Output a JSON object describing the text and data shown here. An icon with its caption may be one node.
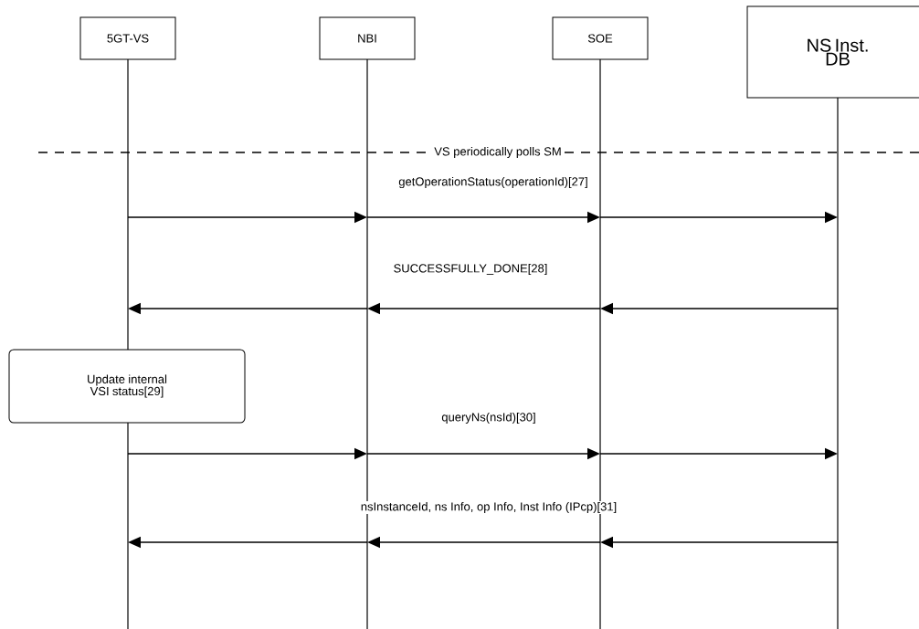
{
  "diagram": {
    "nodes": [
      {
        "text": [
          "5GT-VS"
        ]
      },
      {
        "text": [
          "NBI"
        ]
      },
      {
        "text": [
          "SOE"
        ]
      },
      {
        "text": [
          "NS Inst. DB"
        ]
      },
      {
        "text": [
          "Update internal VSI status[29]"
        ]
      }
    ],
    "edges": [
      {
        "from": 0,
        "to": 1,
        "arrow": "to"
      },
      {
        "from": 1,
        "to": 2,
        "arrow": "to"
      },
      {
        "from": 2,
        "to": 3,
        "arrow": "to"
      },
      {
        "from": 3,
        "to": 2,
        "arrow": "to"
      },
      {
        "from": 2,
        "to": 1,
        "arrow": "to"
      },
      {
        "from": 1,
        "to": 0,
        "arrow": "to"
      },
      {
        "from": 0,
        "to": 1,
        "arrow": "to"
      },
      {
        "from": 1,
        "to": 2,
        "arrow": "to"
      },
      {
        "from": 2,
        "to": 3,
        "arrow": "to"
      },
      {
        "from": 3,
        "to": 2,
        "arrow": "to"
      },
      {
        "from": 2,
        "to": 1,
        "arrow": "to"
      },
      {
        "from": 1,
        "to": 0,
        "arrow": "to"
      }
    ],
    "labels": [
      "VS periodically polls SM",
      "getOperationStatus(operationId)[27]",
      "SUCCESSFULLY_DONE[28]",
      "queryNs(nsId)[30]",
      "nsInstanceId, ns Info, op Info, Inst Info (IPcp)[31]"
    ]
  }
}
